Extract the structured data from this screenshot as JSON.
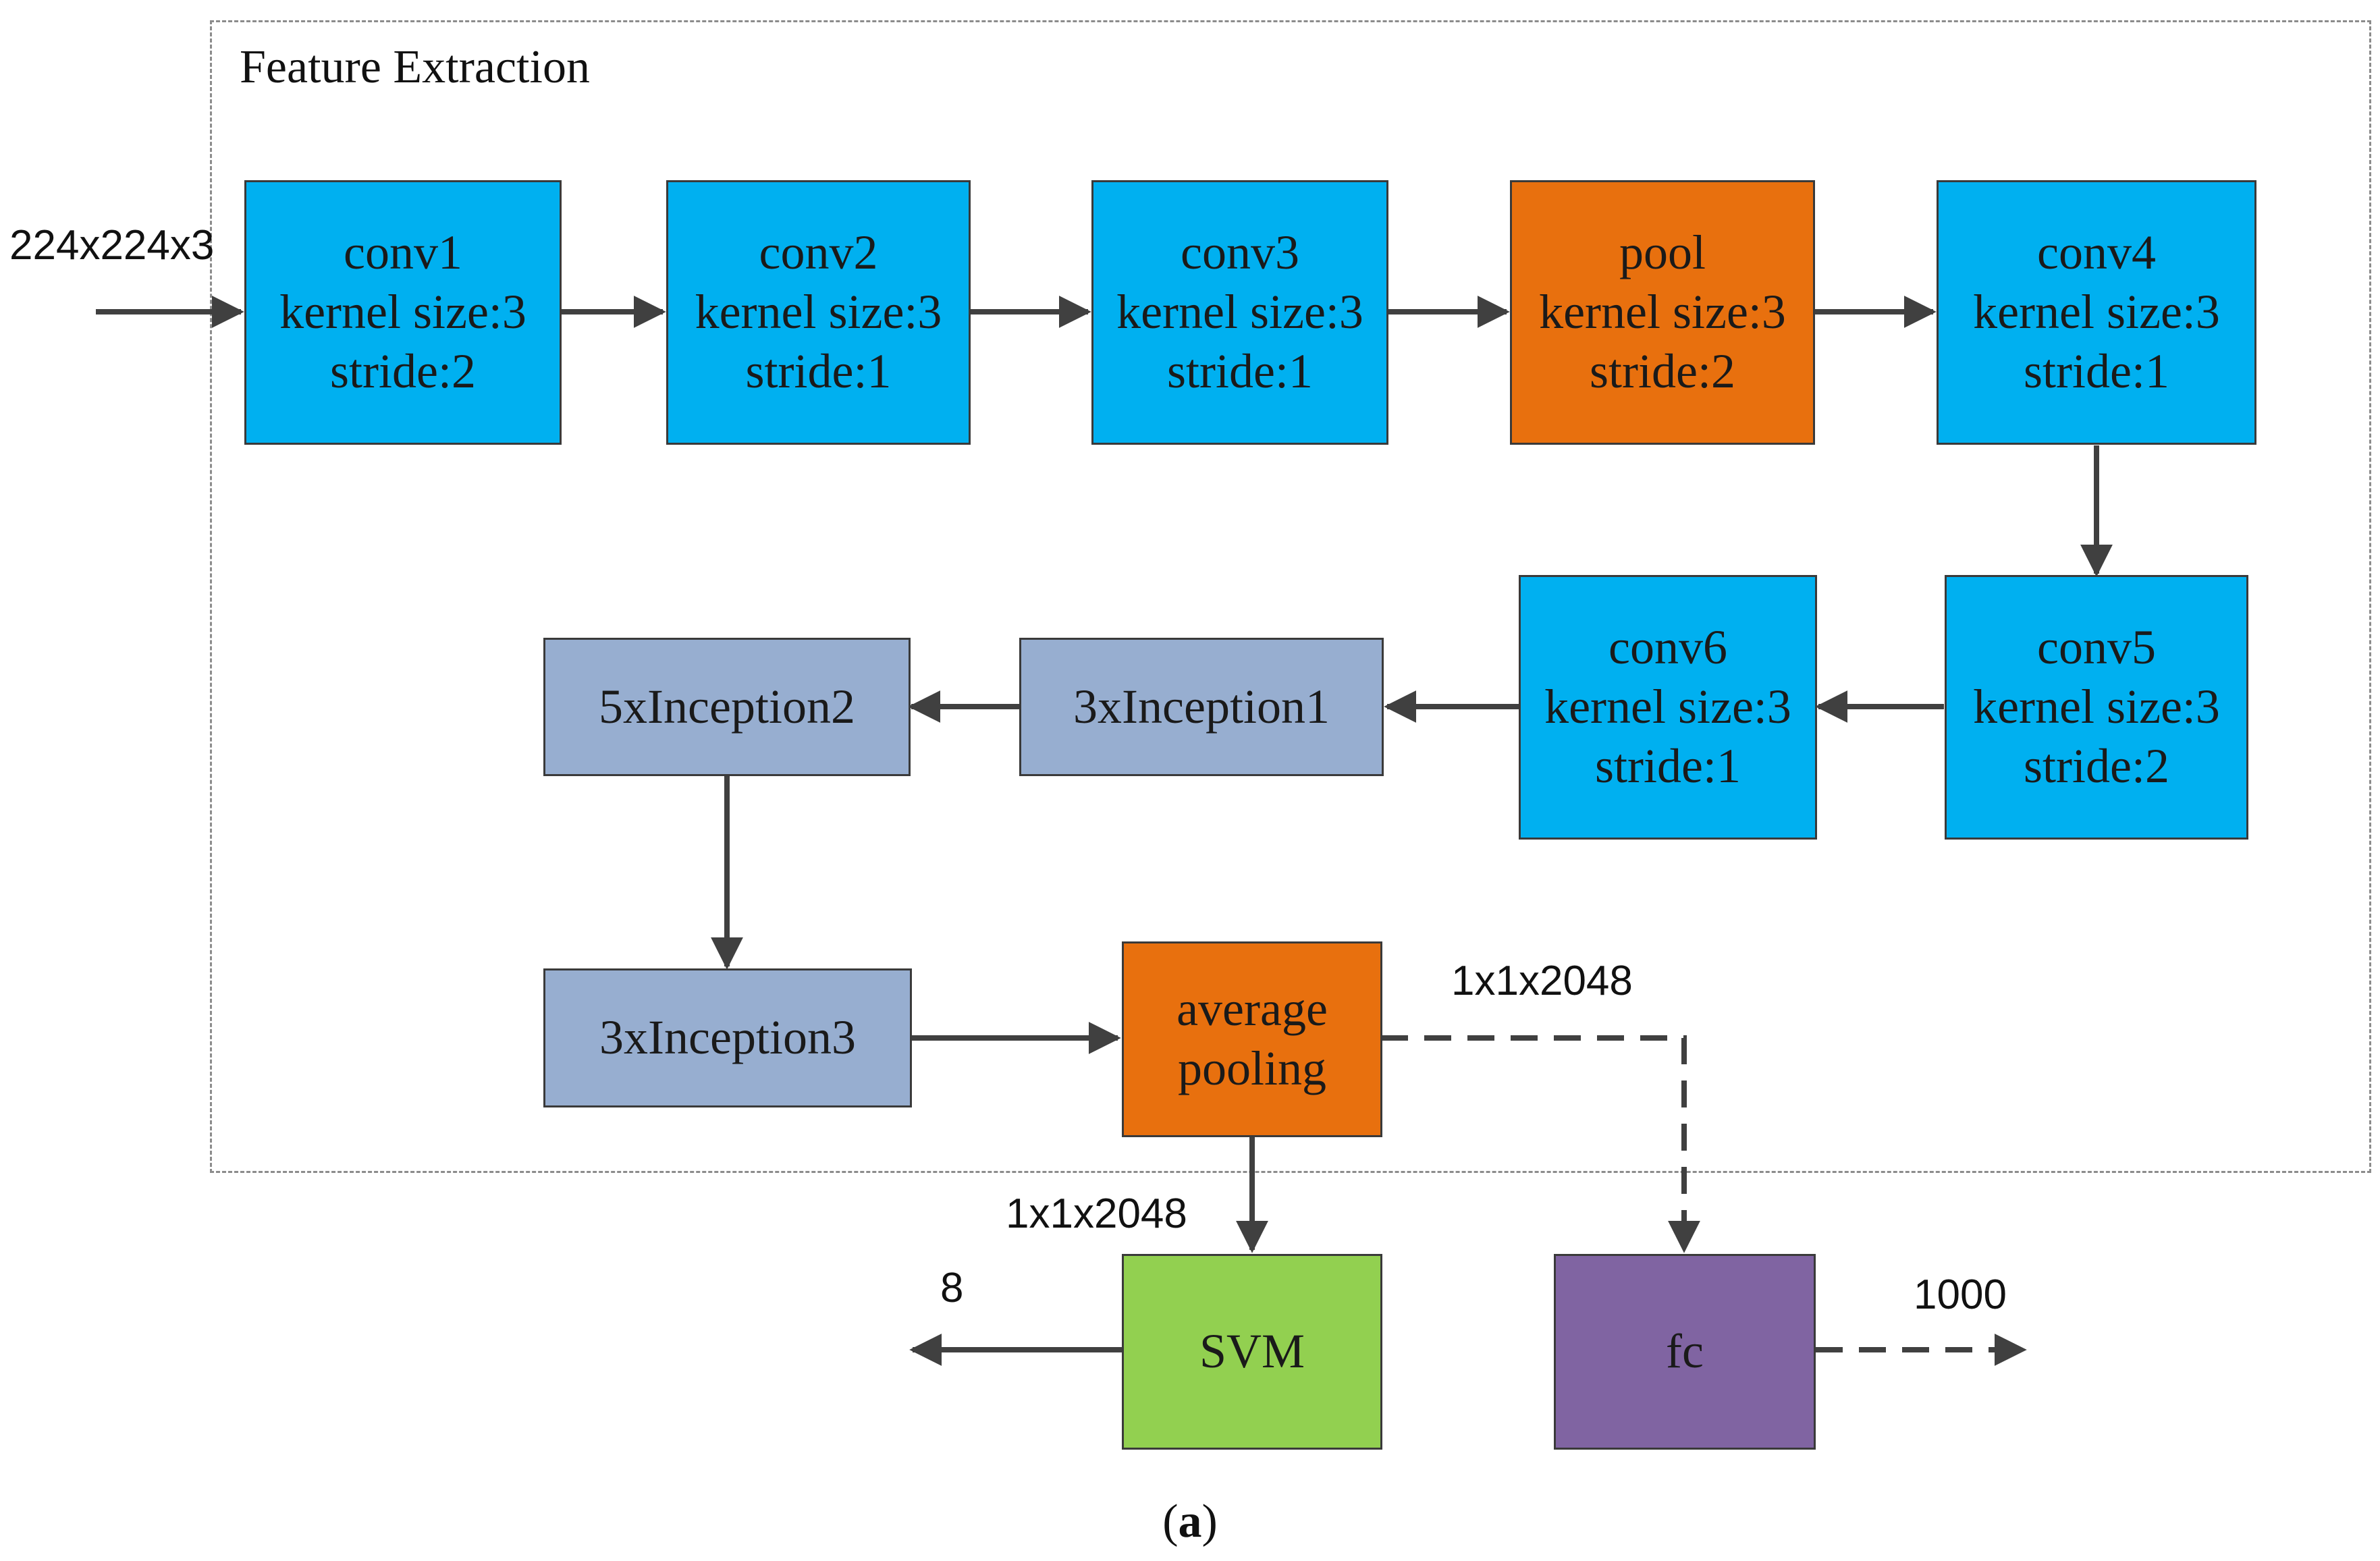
{
  "frame": {
    "title": "Feature Extraction"
  },
  "input_label": "224x224x3",
  "blocks": {
    "conv1": {
      "name": "conv1",
      "kernel": "kernel size:3",
      "stride": "stride:2"
    },
    "conv2": {
      "name": "conv2",
      "kernel": "kernel size:3",
      "stride": "stride:1"
    },
    "conv3": {
      "name": "conv3",
      "kernel": "kernel size:3",
      "stride": "stride:1"
    },
    "pool": {
      "name": "pool",
      "kernel": "kernel size:3",
      "stride": "stride:2"
    },
    "conv4": {
      "name": "conv4",
      "kernel": "kernel size:3",
      "stride": "stride:1"
    },
    "conv5": {
      "name": "conv5",
      "kernel": "kernel size:3",
      "stride": "stride:2"
    },
    "conv6": {
      "name": "conv6",
      "kernel": "kernel size:3",
      "stride": "stride:1"
    },
    "inception1": {
      "name": "3xInception1"
    },
    "inception2": {
      "name": "5xInception2"
    },
    "inception3": {
      "name": "3xInception3"
    },
    "avgpool": {
      "line1": "average",
      "line2": "pooling"
    },
    "svm": {
      "name": "SVM"
    },
    "fc": {
      "name": "fc"
    }
  },
  "edge_labels": {
    "avgpool_to_fc": "1x1x2048",
    "avgpool_to_svm": "1x1x2048",
    "svm_out": "8",
    "fc_out": "1000"
  },
  "caption": {
    "open": "(",
    "letter": "a",
    "close": ")"
  },
  "colors": {
    "conv": "#00b0f0",
    "pool": "#e8700e",
    "inception": "#97aed0",
    "svm": "#92d050",
    "fc": "#8064a2",
    "arrow": "#404040"
  }
}
